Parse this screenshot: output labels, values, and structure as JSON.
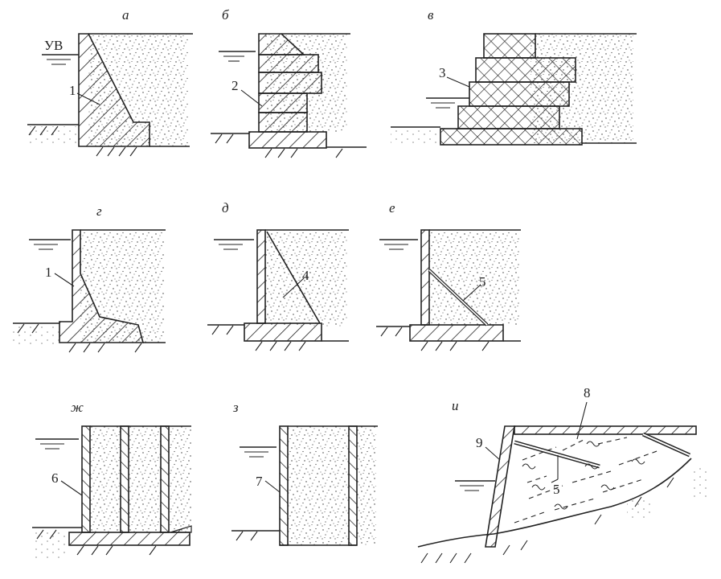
{
  "panels": {
    "a": {
      "letter": "а",
      "water_label": "УВ",
      "callout": "1"
    },
    "b": {
      "letter": "б",
      "callout": "2"
    },
    "v": {
      "letter": "в",
      "callout": "3"
    },
    "g": {
      "letter": "г",
      "callout": "1"
    },
    "d": {
      "letter": "д",
      "callout": "4"
    },
    "e": {
      "letter": "е",
      "callout": "5"
    },
    "zh": {
      "letter": "ж",
      "callout": "6"
    },
    "z": {
      "letter": "з",
      "callout": "7"
    },
    "i": {
      "letter": "и",
      "callout_8": "8",
      "callout_9": "9",
      "callout_5": "5"
    }
  },
  "colors": {
    "ink": "#222222",
    "background": "#ffffff"
  }
}
